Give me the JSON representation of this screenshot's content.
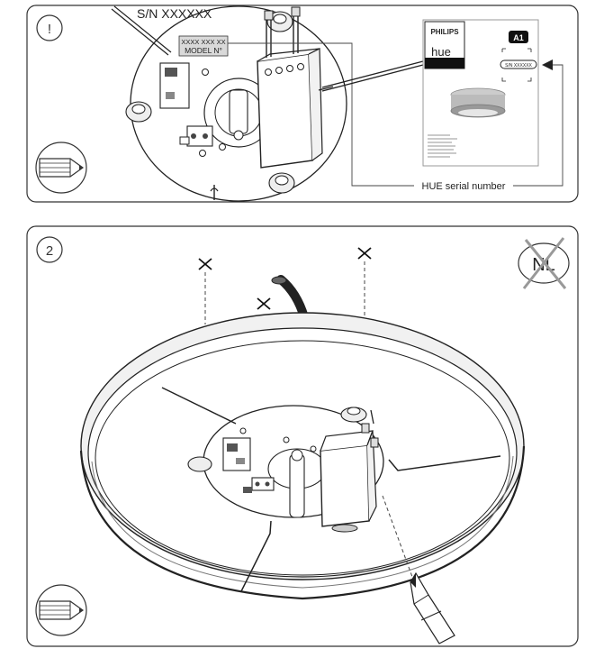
{
  "panel1": {
    "step_label": "!",
    "serial_text": "S/N XXXXXX",
    "label_code": "XXXX XXX XX",
    "label_model": "MODEL N°",
    "callout_text": "HUE serial number",
    "manual": {
      "brand": "PHILIPS",
      "product": "hue",
      "badge": "A1",
      "serial_box": "S/N XXXXXX"
    }
  },
  "panel2": {
    "step_label": "2",
    "nl_text": "NL"
  }
}
